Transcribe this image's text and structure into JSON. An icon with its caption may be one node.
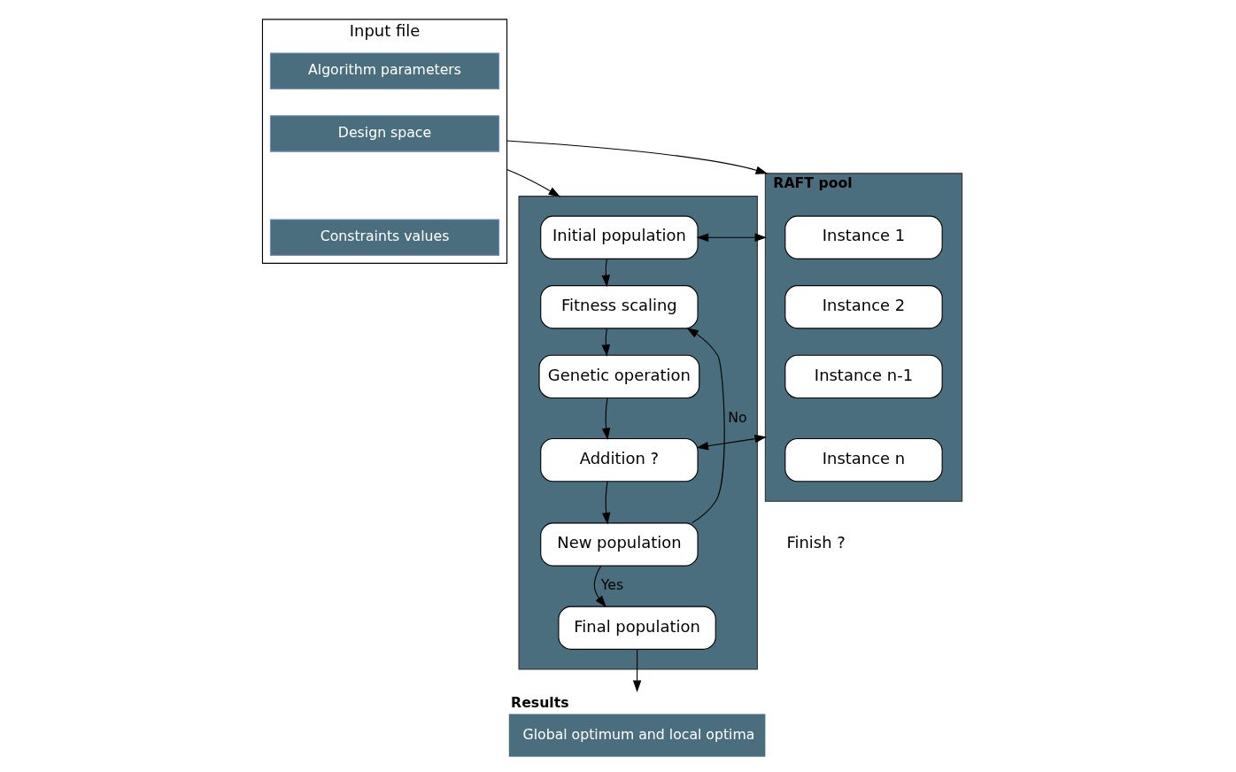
{
  "diagram": {
    "nodes": [
      {
        "text": [
          "Input file"
        ]
      },
      {
        "text": [
          "Algorithm parameters"
        ],
        "in": 0
      },
      {
        "text": [
          "Design space"
        ],
        "in": 0
      },
      {
        "text": [
          "Constraints values"
        ],
        "in": 0
      },
      {
        "text": [],
        "shape": "box"
      },
      {
        "text": [
          "Initial population"
        ],
        "in": 4
      },
      {
        "text": [
          "Fitness scaling"
        ],
        "in": 4
      },
      {
        "text": [
          "Genetic operation"
        ],
        "in": 4
      },
      {
        "text": [
          "Addition ?"
        ],
        "in": 4
      },
      {
        "text": [
          "New population"
        ],
        "in": 4
      },
      {
        "text": [
          "Final population"
        ],
        "in": 4
      },
      {
        "text": [
          "RAFT pool"
        ]
      },
      {
        "text": [
          "Instance 1"
        ],
        "in": 11
      },
      {
        "text": [
          "Instance 2"
        ],
        "in": 11
      },
      {
        "text": [
          "Instance n-1"
        ],
        "in": 11
      },
      {
        "text": [
          "Instance n"
        ],
        "in": 11
      },
      {
        "text": [
          "Results",
          "Global optimum and local optima"
        ]
      }
    ],
    "edges": [
      {
        "from": 0,
        "to": 4,
        "arrow": "to"
      },
      {
        "from": 0,
        "to": 11,
        "arrow": "to"
      },
      {
        "from": 5,
        "to": 6,
        "arrow": "to"
      },
      {
        "from": 6,
        "to": 7,
        "arrow": "to"
      },
      {
        "from": 7,
        "to": 8,
        "arrow": "to"
      },
      {
        "from": 8,
        "to": 9,
        "arrow": "to"
      },
      {
        "from": 9,
        "to": 10,
        "arrow": "to",
        "label": "Yes"
      },
      {
        "from": 9,
        "to": 6,
        "arrow": "to",
        "label": "No"
      },
      {
        "from": 5,
        "to": 11,
        "arrow": "both"
      },
      {
        "from": 8,
        "to": 11,
        "arrow": "both"
      },
      {
        "from": 10,
        "to": 16,
        "arrow": "to"
      }
    ],
    "labels": [
      "Finish ?"
    ]
  }
}
